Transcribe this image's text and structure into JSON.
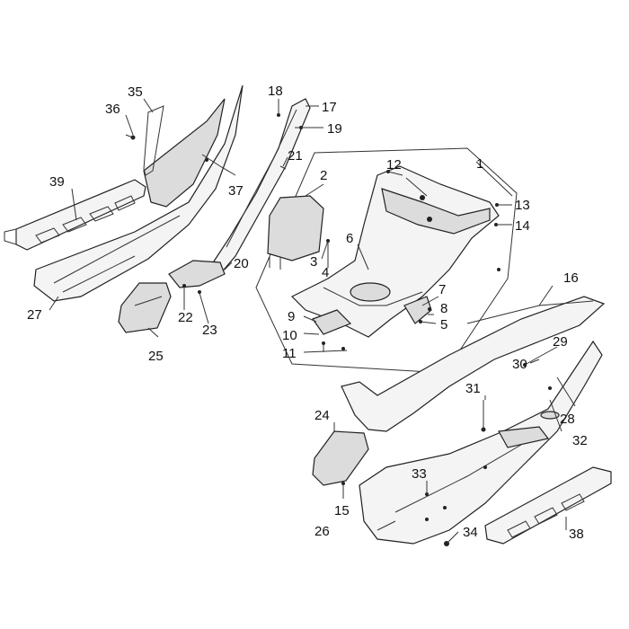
{
  "diagram": {
    "labels": {
      "p1": "1",
      "p2": "2",
      "p3": "3",
      "p4": "4",
      "p5": "5",
      "p6": "6",
      "p7": "7",
      "p8": "8",
      "p9": "9",
      "p10": "10",
      "p11": "11",
      "p12": "12",
      "p13": "13",
      "p14": "14",
      "p15": "15",
      "p16": "16",
      "p17": "17",
      "p18": "18",
      "p19": "19",
      "p20": "20",
      "p21": "21",
      "p22": "22",
      "p23": "23",
      "p24": "24",
      "p25": "25",
      "p26": "26",
      "p27": "27",
      "p28": "28",
      "p29": "29",
      "p30": "30",
      "p31": "31",
      "p32": "32",
      "p33": "33",
      "p34": "34",
      "p35": "35",
      "p36": "36",
      "p37": "37",
      "p38": "38",
      "p39": "39"
    }
  }
}
